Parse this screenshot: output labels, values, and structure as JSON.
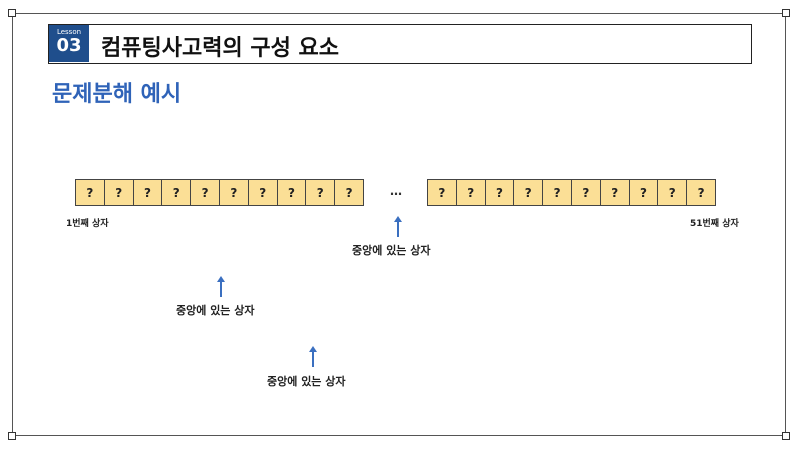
{
  "lesson": {
    "small_label": "Lesson",
    "number": "03"
  },
  "title": "컴퓨팅사고력의 구성 요소",
  "subtitle": "문제분해 예시",
  "boxes_left": [
    "?",
    "?",
    "?",
    "?",
    "?",
    "?",
    "?",
    "?",
    "?",
    "?"
  ],
  "boxes_right": [
    "?",
    "?",
    "?",
    "?",
    "?",
    "?",
    "?",
    "?",
    "?",
    "?"
  ],
  "ellipsis": "…",
  "first_label": "1번째 상자",
  "last_label": "51번째 상자",
  "middle_label_1": "중앙에 있는 상자",
  "middle_label_2": "중앙에 있는 상자",
  "middle_label_3": "중앙에 있는 상자",
  "colors": {
    "accent": "#1f4e8c",
    "subtitle": "#2f63b8",
    "box_fill": "#fbdf96",
    "arrow": "#3a6fc0"
  }
}
